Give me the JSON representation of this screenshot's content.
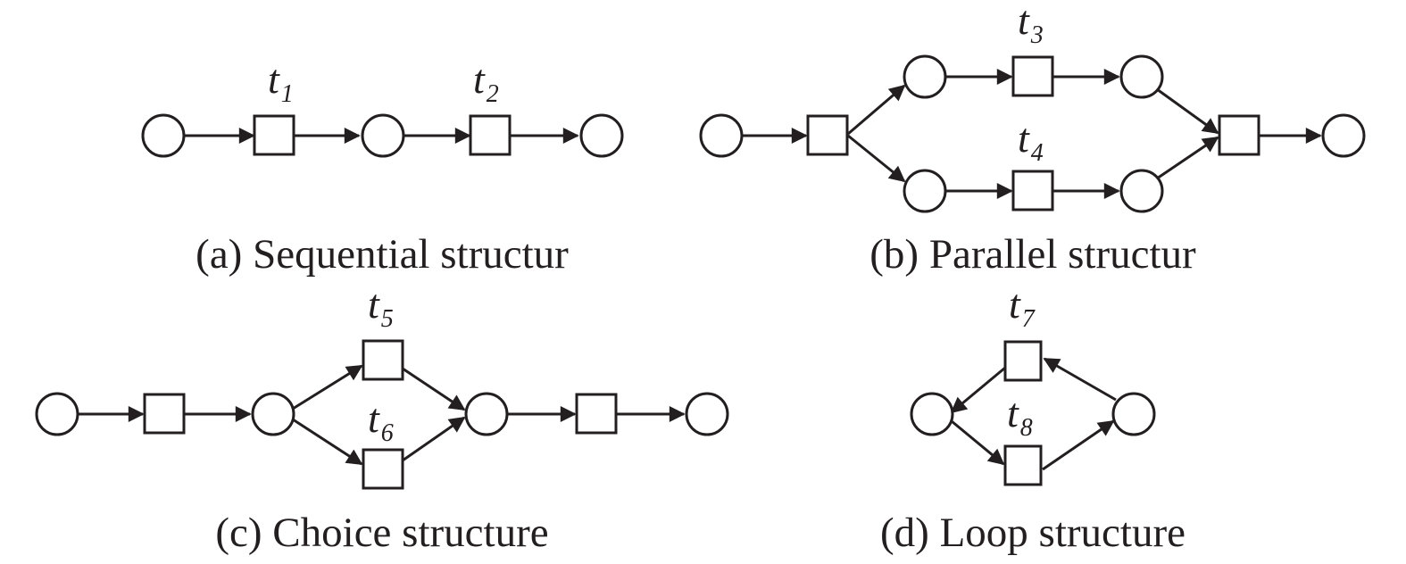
{
  "colors": {
    "stroke": "#231f20",
    "fill": "#ffffff",
    "background": "#ffffff"
  },
  "panels": {
    "a": {
      "caption": "(a) Sequential structur",
      "t1": "t",
      "t1_sub": "1",
      "t2": "t",
      "t2_sub": "2"
    },
    "b": {
      "caption": "(b) Parallel structur",
      "t3": "t",
      "t3_sub": "3",
      "t4": "t",
      "t4_sub": "4"
    },
    "c": {
      "caption": "(c) Choice structure",
      "t5": "t",
      "t5_sub": "5",
      "t6": "t",
      "t6_sub": "6"
    },
    "d": {
      "caption": "(d) Loop structure",
      "t7": "t",
      "t7_sub": "7",
      "t8": "t",
      "t8_sub": "8"
    }
  }
}
